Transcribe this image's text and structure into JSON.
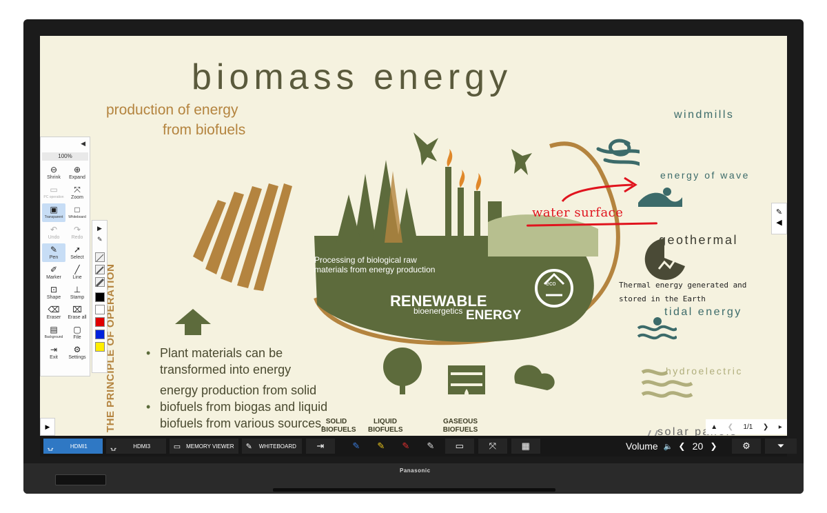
{
  "slide": {
    "title": "biomass energy",
    "subtitle_line1": "production of energy",
    "subtitle_line2": "from biofuels",
    "principle": "THE PRINCIPLE OF OPERATION",
    "bullets": [
      "Plant materials can be transformed into energy",
      "energy production from solid biofuels from biogas and liquid biofuels from various sources."
    ],
    "process_text": "Processing of biological raw materials from energy production",
    "renewable": "RENEWABLE",
    "bioenergetics": "bioenergetics",
    "energy_word": "ENERGY",
    "eco_badge": "eco",
    "fuels": {
      "solid": "SOLID BIOFUELS",
      "liquid": "LIQUID BIOFUELS",
      "gaseous": "GASEOUS BIOFUELS"
    },
    "annotation": "water surface",
    "thermal_note_line1": "Thermal energy generated and",
    "thermal_note_line2": "stored in the Earth",
    "right_labels": {
      "windmills": "windmills",
      "wave": "energy of wave",
      "geothermal": "geothermal",
      "tidal": "tidal energy",
      "hydro": "hydroelectric",
      "solar": "solar panels"
    }
  },
  "toolbar": {
    "zoom": "100%",
    "buttons": [
      {
        "label": "Shrink",
        "icon": "minus-circle-icon"
      },
      {
        "label": "Expand",
        "icon": "plus-circle-icon"
      },
      {
        "label": "PC operation",
        "icon": "pc-icon"
      },
      {
        "label": "Zoom",
        "icon": "zoom-icon"
      },
      {
        "label": "Transparent",
        "icon": "transparent-icon"
      },
      {
        "label": "Whiteboard",
        "icon": "whiteboard-icon"
      },
      {
        "label": "Undo",
        "icon": "undo-icon"
      },
      {
        "label": "Redo",
        "icon": "redo-icon"
      },
      {
        "label": "Pen",
        "icon": "pen-icon"
      },
      {
        "label": "Select",
        "icon": "cursor-icon"
      },
      {
        "label": "Marker",
        "icon": "marker-icon"
      },
      {
        "label": "Line",
        "icon": "line-icon"
      },
      {
        "label": "Shape",
        "icon": "shape-icon"
      },
      {
        "label": "Stamp",
        "icon": "stamp-icon"
      },
      {
        "label": "Eraser",
        "icon": "eraser-icon"
      },
      {
        "label": "Erase all",
        "icon": "erase-all-icon"
      },
      {
        "label": "Background",
        "icon": "background-icon"
      },
      {
        "label": "File",
        "icon": "folder-icon"
      },
      {
        "label": "Exit",
        "icon": "exit-icon"
      },
      {
        "label": "Settings",
        "icon": "gear-icon"
      }
    ],
    "palette_colors": [
      "#000000",
      "#ffffff",
      "#e00000",
      "#0022dd",
      "#ffee00"
    ]
  },
  "pager": {
    "text": "1/1"
  },
  "taskbar": {
    "sources": [
      {
        "num": "1",
        "label": "HDMI1"
      },
      {
        "num": "3",
        "label": "HDMI3"
      },
      {
        "num": "",
        "label": "MEMORY VIEWER"
      },
      {
        "num": "",
        "label": "WHITEBOARD"
      }
    ],
    "volume_label": "Volume",
    "volume_value": "20"
  },
  "device": {
    "brand": "Panasonic"
  },
  "colors": {
    "slide_bg": "#f5f2df",
    "olive": "#5a6b3a",
    "ochre": "#b4843f",
    "teal": "#3c6b6a",
    "annotation_red": "#e0141e",
    "taskbar_active": "#2f78c4"
  }
}
